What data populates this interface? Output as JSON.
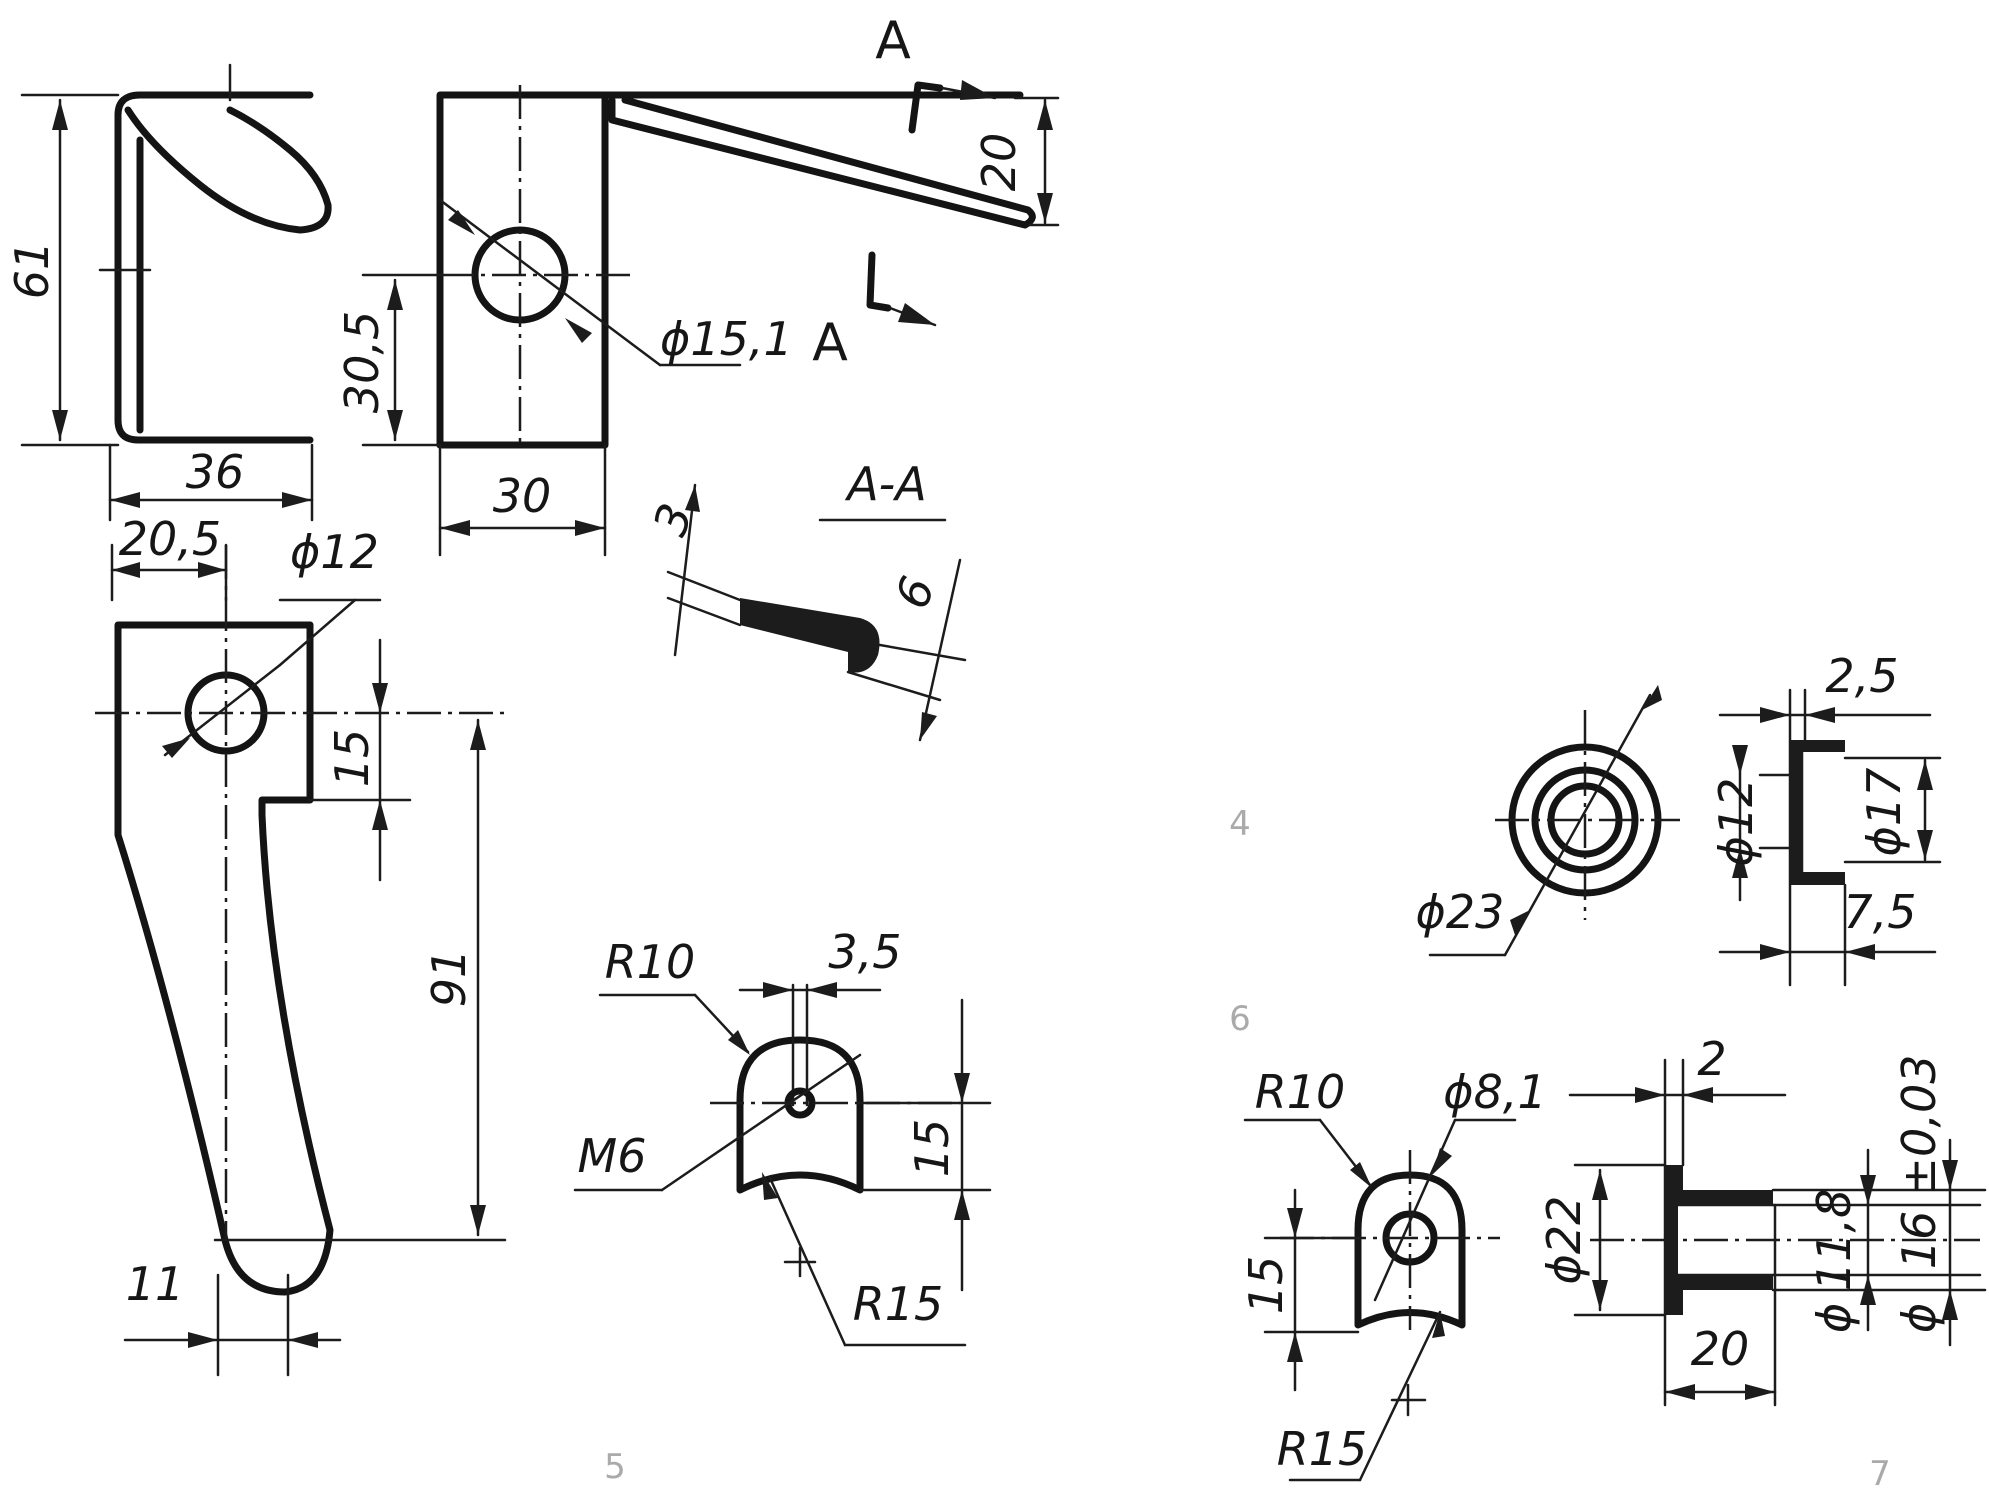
{
  "figure_numbers": {
    "fig4": "4",
    "fig5": "5",
    "fig6": "6",
    "fig7": "7"
  },
  "part5": {
    "hook_dims": {
      "height": "61",
      "width": "36"
    },
    "plate_dims": {
      "height": "30,5",
      "width": "30",
      "hole_dia": "ϕ15,1",
      "offset": "20"
    },
    "section_mark": "A",
    "section": {
      "title": "A-A",
      "thickness": "3",
      "width": "6"
    },
    "lever_dims": {
      "offset": "20,5",
      "hole_dia": "ϕ12",
      "step": "15",
      "length": "91",
      "end": "11"
    },
    "clamp_dims": {
      "r_top": "R10",
      "slot": "3,5",
      "thread": "M6",
      "height": "15",
      "r_bottom": "R15"
    }
  },
  "part6": {
    "outer_dia": "ϕ23",
    "wall": "2,5",
    "inner_dia": "ϕ12",
    "flange_dia": "ϕ17",
    "length": "7,5"
  },
  "part4": {
    "r_top": "R10",
    "hole_dia": "ϕ8,1",
    "height": "15",
    "r_bottom": "R15"
  },
  "part7": {
    "flange": "2",
    "flange_dia": "ϕ22",
    "bore": "11,8",
    "outer": "16",
    "tolerance": "±0,03",
    "length": "20",
    "dia_symbol": "ϕ"
  }
}
